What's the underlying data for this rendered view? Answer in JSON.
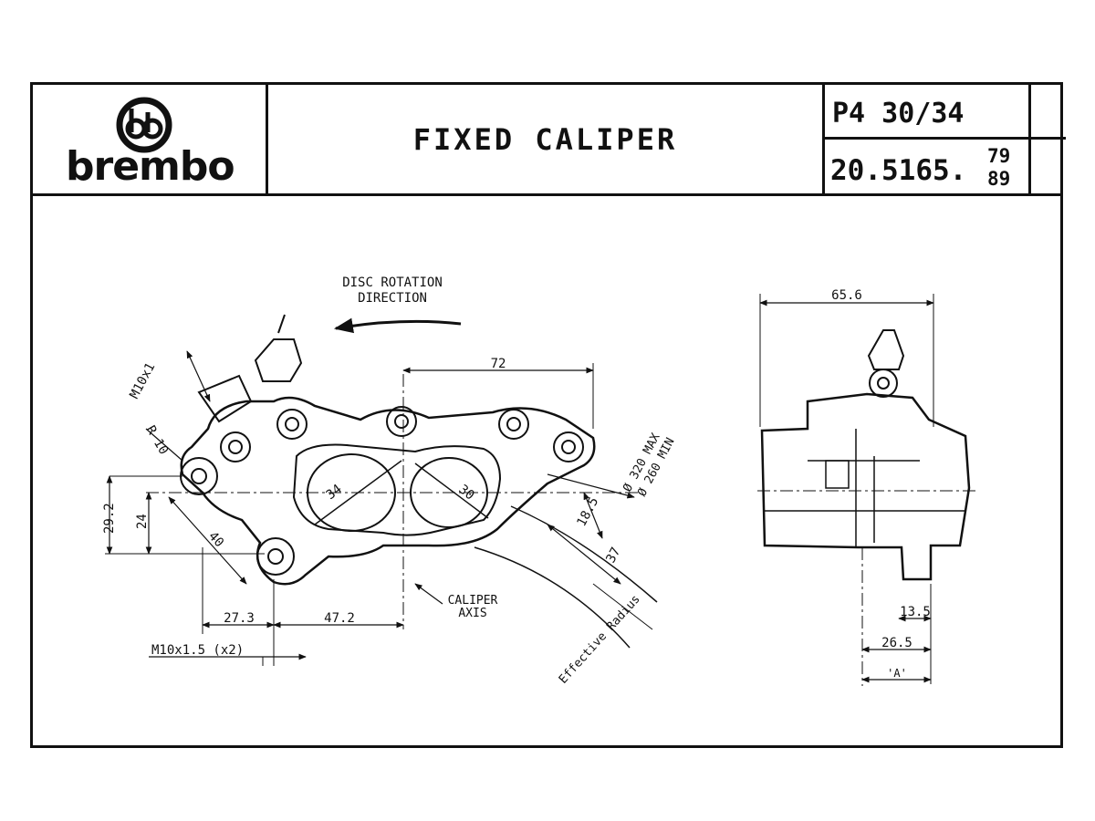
{
  "header": {
    "brand": "brembo",
    "title": "FIXED CALIPER",
    "model": "P4 30/34",
    "part_number": "20.5165.",
    "suffix_top": "79",
    "suffix_bottom": "89"
  },
  "front_view": {
    "disc_rotation_line1": "DISC ROTATION",
    "disc_rotation_line2": "DIRECTION",
    "thread_inlet": "M10x1",
    "radius": "R 10",
    "dim_72": "72",
    "disc_max": "Ø 320 MAX",
    "disc_min": "Ø 260 MIN",
    "dim_18_5": "18.5",
    "dim_37": "37",
    "piston_34": "34",
    "piston_30": "30",
    "dim_29_2": "29.2",
    "dim_24": "24",
    "dim_40": "40",
    "dim_27_3": "27.3",
    "dim_47_2": "47.2",
    "caliper_axis_line1": "CALIPER",
    "caliper_axis_line2": "AXIS",
    "mount_thread": "M10x1.5 (x2)",
    "effective_radius": "Effective Radius"
  },
  "side_view": {
    "dim_65_6": "65.6",
    "dim_13_5": "13.5",
    "dim_26_5": "26.5",
    "label_a": "'A'"
  }
}
